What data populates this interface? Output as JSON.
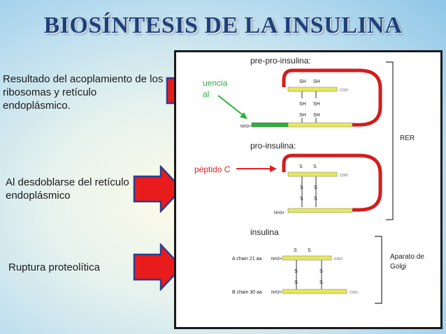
{
  "title": "BIOSÍNTESIS  DE LA INSULINA",
  "notes": [
    "Resultado del acoplamiento de los ribosomas y retículo endoplásmico.",
    "Al desdoblarse del retículo endoplásmico",
    "Ruptura proteolítica"
  ],
  "diagram": {
    "stage1_label": "pre-pro-insulina:",
    "stage2_label": "pro-insulina:",
    "stage3_label": "insulina",
    "signal_label_line1": "uencia",
    "signal_label_line2": "al",
    "peptide_c_label": "péptido C",
    "sh": "SH",
    "s": "S",
    "nh3": "NH3+",
    "coo": "COO⁻",
    "rer_label": "RER",
    "golgi_line1": "Aparato de",
    "golgi_line2": "Golgi",
    "a_chain": "A chain  21 aa",
    "b_chain": "B chain  30 aa"
  },
  "colors": {
    "title": "#1f3f7a",
    "arrow_red": "#e81c1c",
    "arrow_blue_outline": "#2b3f8f",
    "chain_yellow": "#e6e85a",
    "chain_red": "#d21d1d",
    "signal_green": "#2ab13a",
    "label_red": "#e0201f"
  }
}
